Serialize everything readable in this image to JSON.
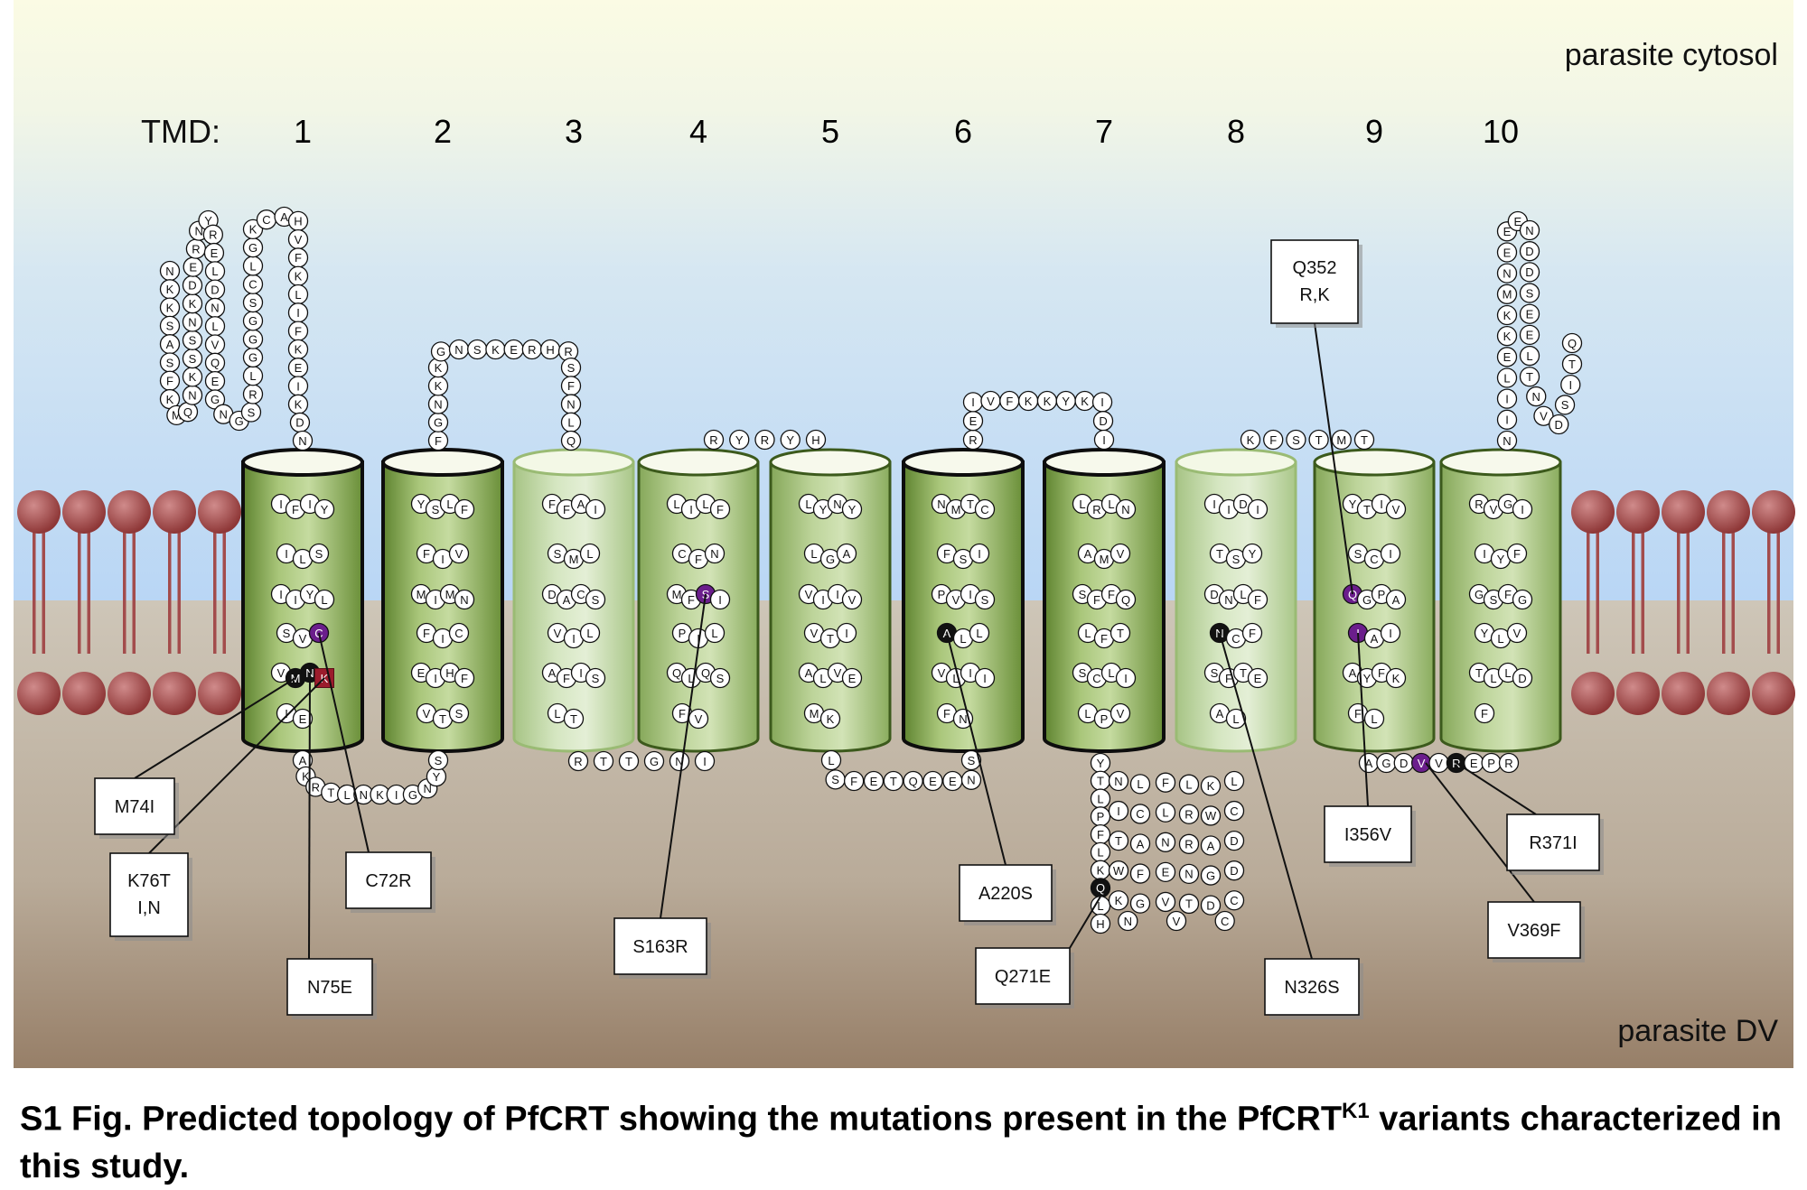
{
  "labels": {
    "cytosol": "parasite cytosol",
    "dv": "parasite DV",
    "tmd_prefix": "TMD:",
    "tmd_numbers": [
      "1",
      "2",
      "3",
      "4",
      "5",
      "6",
      "7",
      "8",
      "9",
      "10"
    ]
  },
  "caption": {
    "part1": "S1 Fig. Predicted topology of PfCRT showing the mutations present in the PfCRT",
    "sup": "K1",
    "part2": " variants characterized in this study."
  },
  "colors": {
    "cytosol_top": "#fbfbe4",
    "cytosol_bottom": "#c2dbf5",
    "dv_top": "#cbc3b5",
    "dv_bottom": "#9c8a76",
    "lipid_head": "#a34c4c",
    "mutation_purple": "#6b1e8c",
    "mutation_black": "#111111",
    "mutation_red": "#9b1c2c"
  },
  "residues": {
    "nterm_loop": [
      "N",
      "K",
      "K",
      "S",
      "A",
      "S",
      "F",
      "K",
      "M",
      "Q",
      "N",
      "K",
      "S",
      "S",
      "N",
      "K",
      "D",
      "E",
      "R",
      "N",
      "Y",
      "R",
      "E",
      "L",
      "D",
      "N",
      "L",
      "V",
      "Q",
      "E",
      "G",
      "N",
      "G",
      "S",
      "R",
      "L",
      "G",
      "G",
      "G",
      "S",
      "C",
      "L",
      "G",
      "K",
      "C",
      "A",
      "H",
      "V",
      "F",
      "K",
      "L",
      "I",
      "F",
      "K",
      "E",
      "I",
      "K",
      "D",
      "N"
    ],
    "tmd1": [
      "I",
      "F",
      "I",
      "Y",
      "I",
      "L",
      "S",
      "I",
      "I",
      "Y",
      "L",
      "S",
      "V",
      "C",
      "V",
      "M",
      "N",
      "K",
      "I",
      "E"
    ],
    "loop12": [
      "A",
      "K",
      "R",
      "T",
      "L",
      "N",
      "K",
      "I",
      "G",
      "N",
      "Y",
      "S"
    ],
    "tmd2": [
      "Y",
      "S",
      "L",
      "F",
      "F",
      "I",
      "V",
      "M",
      "I",
      "M",
      "N",
      "F",
      "I",
      "C",
      "E",
      "I",
      "H",
      "F",
      "V",
      "T",
      "S"
    ],
    "loop23": [
      "F",
      "G",
      "N",
      "K",
      "K",
      "G",
      "N",
      "S",
      "K",
      "E",
      "R",
      "H",
      "R",
      "S",
      "F",
      "N",
      "L",
      "Q"
    ],
    "tmd3": [
      "F",
      "F",
      "A",
      "I",
      "S",
      "M",
      "L",
      "D",
      "A",
      "C",
      "S",
      "V",
      "I",
      "L",
      "A",
      "F",
      "I",
      "S",
      "L",
      "T"
    ],
    "loop34": [
      "R",
      "T",
      "T",
      "G",
      "N",
      "I"
    ],
    "tmd4": [
      "L",
      "I",
      "L",
      "F",
      "C",
      "F",
      "N",
      "M",
      "F",
      "S",
      "I",
      "P",
      "I",
      "L",
      "Q",
      "L",
      "Q",
      "S",
      "F",
      "V"
    ],
    "loop45": [
      "R",
      "Y",
      "R",
      "Y",
      "H"
    ],
    "tmd5": [
      "L",
      "Y",
      "N",
      "Y",
      "L",
      "G",
      "A",
      "V",
      "I",
      "I",
      "V",
      "V",
      "T",
      "I",
      "A",
      "L",
      "V",
      "E",
      "M",
      "K"
    ],
    "loop56": [
      "L",
      "S",
      "F",
      "E",
      "T",
      "Q",
      "E",
      "E",
      "N",
      "S"
    ],
    "tmd6": [
      "N",
      "M",
      "T",
      "C",
      "F",
      "S",
      "I",
      "P",
      "V",
      "I",
      "S",
      "A",
      "L",
      "L",
      "V",
      "L",
      "I",
      "I",
      "F",
      "N"
    ],
    "loop67": [
      "R",
      "E",
      "I",
      "V",
      "F",
      "K",
      "K",
      "Y",
      "K",
      "I",
      "D",
      "I"
    ],
    "tmd7": [
      "L",
      "R",
      "L",
      "N",
      "A",
      "M",
      "V",
      "S",
      "F",
      "F",
      "Q",
      "L",
      "F",
      "T",
      "S",
      "C",
      "L",
      "I",
      "L",
      "P",
      "V"
    ],
    "loop78a": [
      "Y",
      "T",
      "L",
      "P",
      "F",
      "L",
      "K",
      "Q",
      "L",
      "H"
    ],
    "loop78b": [
      "N",
      "I",
      "T",
      "W",
      "K",
      "N",
      "G",
      "F",
      "A",
      "C",
      "L",
      "F",
      "L",
      "N",
      "E",
      "V",
      "V",
      "T",
      "N",
      "R",
      "R",
      "L",
      "K",
      "W",
      "A",
      "G",
      "D",
      "C",
      "C",
      "D",
      "D",
      "C",
      "L"
    ],
    "tmd8": [
      "I",
      "I",
      "D",
      "I",
      "T",
      "S",
      "Y",
      "D",
      "N",
      "L",
      "F",
      "N",
      "C",
      "F",
      "S",
      "F",
      "T",
      "E",
      "A",
      "L"
    ],
    "loop89": [
      "K",
      "F",
      "S",
      "T",
      "M",
      "T"
    ],
    "tmd9": [
      "Y",
      "T",
      "I",
      "V",
      "S",
      "C",
      "I",
      "Q",
      "G",
      "P",
      "A",
      "I",
      "A",
      "I",
      "A",
      "Y",
      "F",
      "K",
      "F",
      "L"
    ],
    "loop910": [
      "A",
      "G",
      "D",
      "V",
      "V",
      "R",
      "E",
      "P",
      "R"
    ],
    "tmd10": [
      "R",
      "V",
      "G",
      "I",
      "I",
      "Y",
      "F",
      "G",
      "S",
      "F",
      "G",
      "Y",
      "L",
      "V",
      "T",
      "L",
      "L",
      "D",
      "F"
    ],
    "cterm_loop": [
      "N",
      "I",
      "I",
      "L",
      "E",
      "K",
      "K",
      "M",
      "N",
      "E",
      "E",
      "E",
      "N",
      "D",
      "D",
      "S",
      "E",
      "E",
      "L",
      "T",
      "N",
      "V",
      "D",
      "S",
      "I",
      "T",
      "Q"
    ]
  },
  "mutations": [
    {
      "label": "M74I",
      "line2": ""
    },
    {
      "label": "K76T",
      "line2": "I,N"
    },
    {
      "label": "N75E",
      "line2": ""
    },
    {
      "label": "C72R",
      "line2": ""
    },
    {
      "label": "S163R",
      "line2": ""
    },
    {
      "label": "A220S",
      "line2": ""
    },
    {
      "label": "Q271E",
      "line2": ""
    },
    {
      "label": "N326S",
      "line2": ""
    },
    {
      "label": "Q352",
      "line2": "R,K"
    },
    {
      "label": "I356V",
      "line2": ""
    },
    {
      "label": "V369F",
      "line2": ""
    },
    {
      "label": "R371I",
      "line2": ""
    }
  ]
}
